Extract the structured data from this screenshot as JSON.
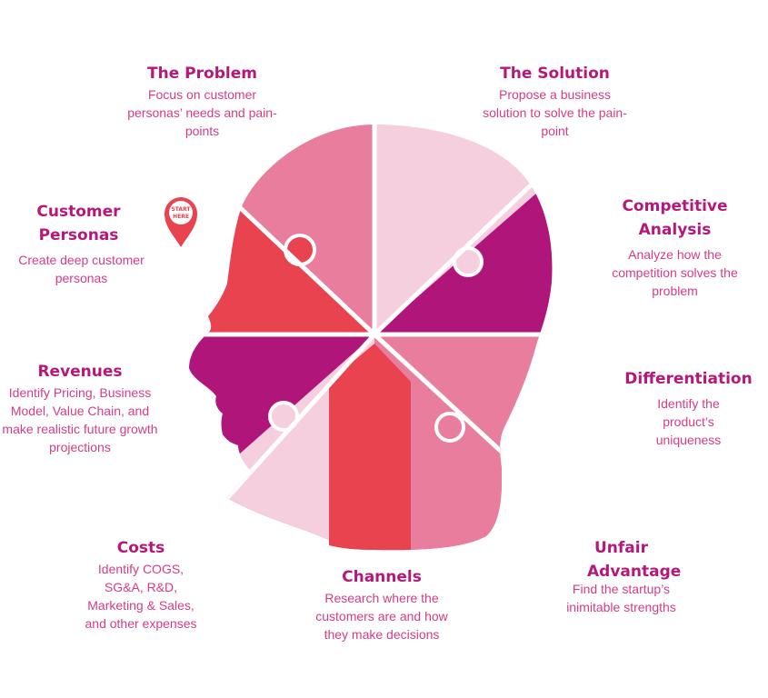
{
  "colors": {
    "title": "#b5187a",
    "text": "#d63c86",
    "red": "#e8434f",
    "magenta": "#b0157a",
    "pink": "#e87d9e",
    "light_pink": "#f6cfdf"
  },
  "marker": {
    "icon": "map-pin-icon",
    "line1": "START",
    "line2": "HERE"
  },
  "sections": {
    "problem": {
      "title": "The Problem",
      "desc": "Focus on customer personas’ needs and pain-points"
    },
    "solution": {
      "title": "The Solution",
      "desc": "Propose a business solution to solve the pain-point"
    },
    "personas": {
      "title": "Customer Personas",
      "desc": "Create deep customer personas"
    },
    "competitive": {
      "title": "Competitive Analysis",
      "desc": "Analyze how the competition solves the problem"
    },
    "revenues": {
      "title": "Revenues",
      "desc": "Identify Pricing, Business Model, Value Chain, and make realistic future growth projections"
    },
    "differentiation": {
      "title": "Differentiation",
      "desc": "Identify the product’s uniqueness"
    },
    "costs": {
      "title": "Costs",
      "desc": "Identify COGS, SG&A, R&D, Marketing & Sales, and other expenses"
    },
    "channels": {
      "title": "Channels",
      "desc": "Research where the customers are and how they make decisions"
    },
    "unfair": {
      "title": "Unfair Advantage",
      "desc": "Find the startup’s inimitable strengths"
    }
  }
}
